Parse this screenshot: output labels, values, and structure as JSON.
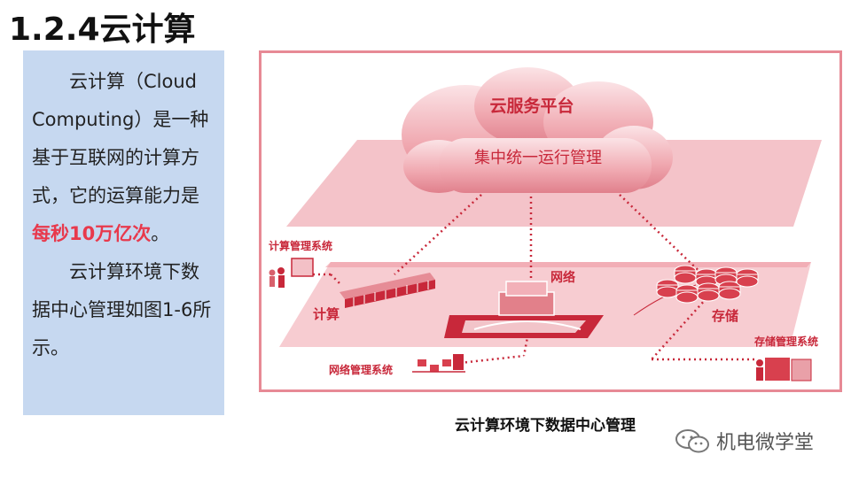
{
  "title": "1.2.4云计算",
  "textbox": {
    "p1_before": "云计算（Cloud Computing）是一种基于互联网的计算方式，它的运算能力是",
    "p1_highlight": "每秒10万亿次",
    "p1_after": "。",
    "p2": "云计算环境下数据中心管理如图1-6所示。"
  },
  "figure": {
    "cloud_label": "云服务平台",
    "cloud_sub_label": "集中统一运行管理",
    "compute_system": "计算管理系统",
    "compute": "计算",
    "network": "网络",
    "storage": "存储",
    "storage_system": "存储管理系统",
    "network_system": "网络管理系统"
  },
  "caption": "云计算环境下数据中心管理",
  "watermark": "机电微学堂",
  "colors": {
    "highlight": "#e8394c",
    "panel_bg": "#c6d8f0",
    "figure_red": "#c8283a",
    "frame_pink": "#e78a95"
  }
}
